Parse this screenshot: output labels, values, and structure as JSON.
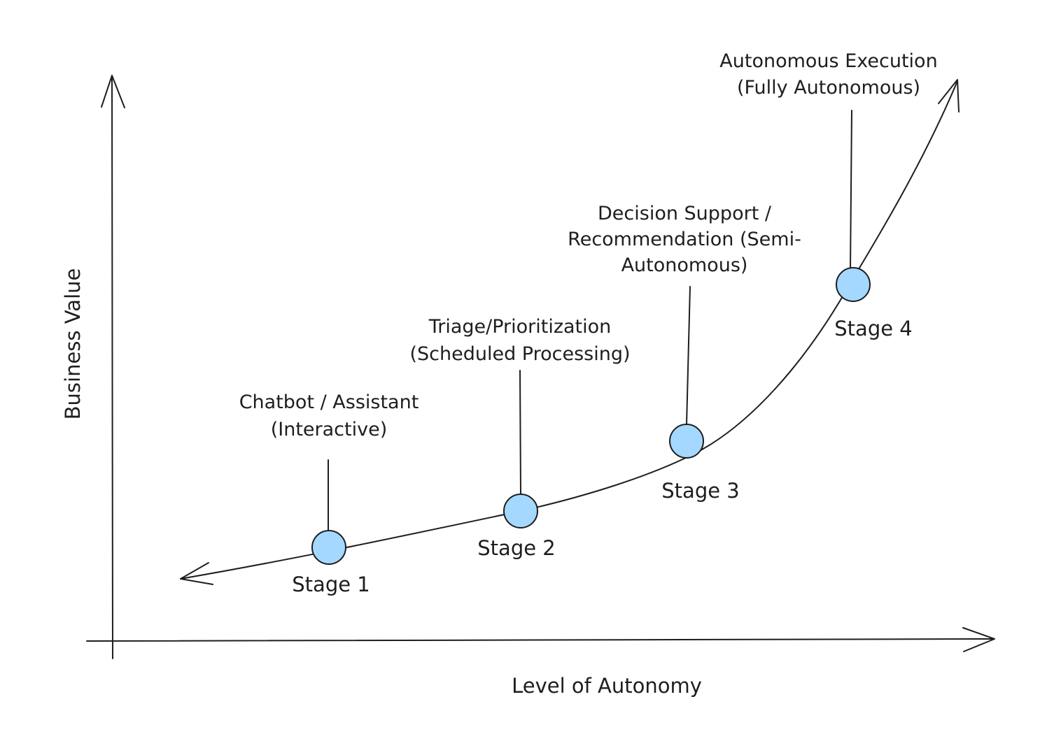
{
  "diagram": {
    "y_axis_label": "Business Value",
    "x_axis_label": "Level of Autonomy",
    "node_color": "#a5d8ff",
    "ink_color": "#1e1e1e",
    "stages": [
      {
        "stage_label": "Stage 1",
        "description_lines": [
          "Chatbot / Assistant",
          "(Interactive)"
        ]
      },
      {
        "stage_label": "Stage 2",
        "description_lines": [
          "Triage/Prioritization",
          "(Scheduled Processing)"
        ]
      },
      {
        "stage_label": "Stage 3",
        "description_lines": [
          "Decision Support /",
          "Recommendation (Semi-",
          "Autonomous)"
        ]
      },
      {
        "stage_label": "Stage 4",
        "description_lines": [
          "Autonomous Execution",
          "(Fully Autonomous)"
        ]
      }
    ]
  }
}
